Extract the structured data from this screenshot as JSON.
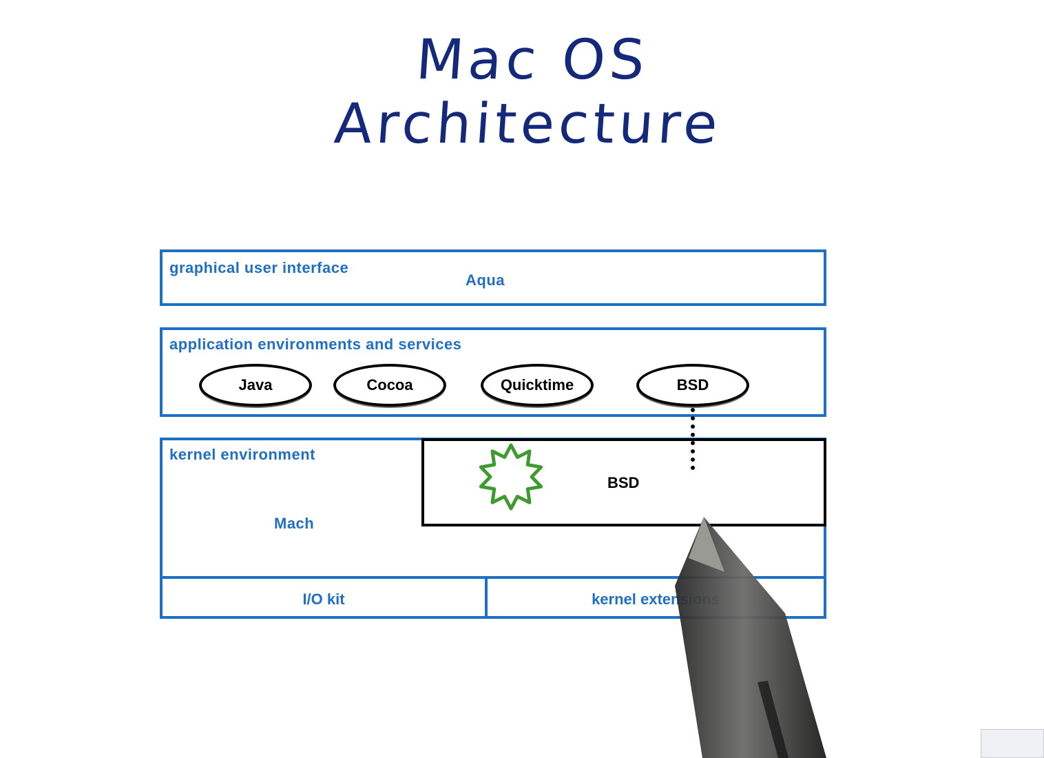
{
  "title": "Mac OS Architecture",
  "colors": {
    "blue": "#1f6fc4",
    "title": "#14297a",
    "burst": "#3f9a2f"
  },
  "layers": {
    "gui": {
      "label": "graphical user interface",
      "name": "Aqua"
    },
    "app": {
      "label": "application environments and services",
      "ovals": [
        "Java",
        "Cocoa",
        "Quicktime",
        "BSD"
      ]
    },
    "kernel": {
      "label": "kernel environment",
      "mach": "Mach",
      "bsd": "BSD"
    },
    "bottom": {
      "iokit": "I/O kit",
      "kext": "kernel extensions"
    }
  },
  "icons": {
    "burst": "starburst-icon",
    "pen": "stylus-pen-icon"
  }
}
